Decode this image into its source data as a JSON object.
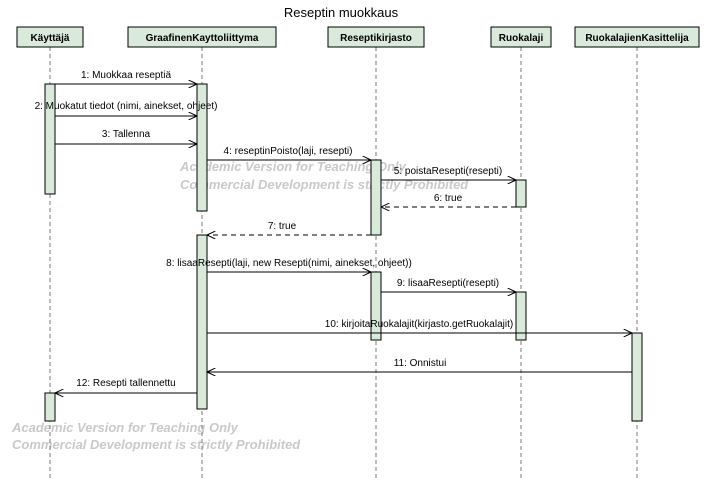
{
  "title": "Reseptin muokkaus",
  "participants": [
    {
      "id": "kayttaja",
      "label": "Käyttäjä"
    },
    {
      "id": "graafinen",
      "label": "GraafinenKayttoliittyma"
    },
    {
      "id": "kirjasto",
      "label": "Reseptikirjasto"
    },
    {
      "id": "ruokalaji",
      "label": "Ruokalaji"
    },
    {
      "id": "kasittelija",
      "label": "RuokalajienKasittelija"
    }
  ],
  "messages": [
    {
      "label": "1: Muokkaa reseptiä",
      "from": "kayttaja",
      "to": "graafinen",
      "type": "call"
    },
    {
      "label": "2: Muokatut tiedot (nimi, ainekset, ohjeet)",
      "from": "kayttaja",
      "to": "graafinen",
      "type": "call"
    },
    {
      "label": "3: Tallenna",
      "from": "kayttaja",
      "to": "graafinen",
      "type": "call"
    },
    {
      "label": "4: reseptinPoisto(laji, resepti)",
      "from": "graafinen",
      "to": "kirjasto",
      "type": "call"
    },
    {
      "label": "5: poistaResepti(resepti)",
      "from": "kirjasto",
      "to": "ruokalaji",
      "type": "call"
    },
    {
      "label": "6: true",
      "from": "ruokalaji",
      "to": "kirjasto",
      "type": "return"
    },
    {
      "label": "7: true",
      "from": "kirjasto",
      "to": "graafinen",
      "type": "return"
    },
    {
      "label": "8: lisaaResepti(laji, new Resepti(nimi, ainekset, ohjeet))",
      "from": "graafinen",
      "to": "kirjasto",
      "type": "call"
    },
    {
      "label": "9: lisaaResepti(resepti)",
      "from": "kirjasto",
      "to": "ruokalaji",
      "type": "call"
    },
    {
      "label": "10: kirjoitaRuokalajit(kirjasto.getRuokalajit)",
      "from": "graafinen",
      "to": "kasittelija",
      "type": "call"
    },
    {
      "label": "11: Onnistui",
      "from": "kasittelija",
      "to": "graafinen",
      "type": "call"
    },
    {
      "label": "12: Resepti tallennettu",
      "from": "graafinen",
      "to": "kayttaja",
      "type": "call"
    }
  ],
  "watermark": {
    "line1": "Academic Version for Teaching Only",
    "line2": "Commercial Development is strictly Prohibited"
  }
}
